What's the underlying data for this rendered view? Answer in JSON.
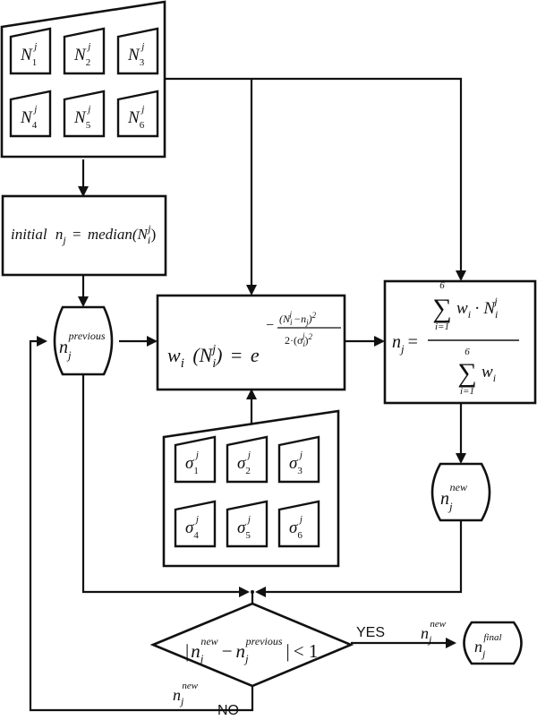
{
  "input_N": {
    "base": "N",
    "sup": "j",
    "subs": [
      "1",
      "2",
      "3",
      "4",
      "5",
      "6"
    ]
  },
  "input_sigma": {
    "base": "σ",
    "sup": "j",
    "subs": [
      "1",
      "2",
      "3",
      "4",
      "5",
      "6"
    ]
  },
  "initial_box": {
    "word": "initial",
    "n": "n",
    "n_sub": "j",
    "equals": "=",
    "func": "median(",
    "N": "N",
    "N_sub": "i",
    "N_sup": "j",
    "close": ")"
  },
  "previous_node": {
    "n": "n",
    "sub": "j",
    "sup": "previous"
  },
  "weight_box": {
    "lhs": "w",
    "lhs_sub": "i",
    "arg_open": "(N",
    "arg_sub": "i",
    "arg_sup": "j",
    "arg_close": ")",
    "equals": "=",
    "base": "e",
    "minus": "−",
    "num_open": "(N",
    "num_sub_i": "i",
    "num_sup_j": "j",
    "num_minus_n": "−n",
    "num_sub_j": "j",
    "num_close": ")",
    "num_pow": "2",
    "den_prefix": "2·(σ",
    "den_sub": "i",
    "den_sup": "j",
    "den_close": ")",
    "den_pow": "2"
  },
  "avg_box": {
    "lhs": "n",
    "lhs_sub": "j",
    "equals": "=",
    "sum_symbol": "∑",
    "sum_upper": "6",
    "sum_lower": "i=1",
    "num_w": "w",
    "num_w_sub": "i",
    "num_dot": "·",
    "num_N": "N",
    "num_N_sub": "i",
    "num_N_sup": "j",
    "den_w": "w",
    "den_w_sub": "i"
  },
  "new_node": {
    "n": "n",
    "sub": "j",
    "sup": "new"
  },
  "decision": {
    "bar": "|",
    "n1": "n",
    "n1_sub": "j",
    "n1_sup": "new",
    "minus": "−",
    "n2": "n",
    "n2_sub": "j",
    "n2_sup": "previous",
    "lt": "< 1"
  },
  "yes_label": "YES",
  "no_label": "NO",
  "yes_value": {
    "n": "n",
    "sub": "j",
    "sup": "new"
  },
  "no_value": {
    "n": "n",
    "sub": "j",
    "sup": "new"
  },
  "final_node": {
    "n": "n",
    "sub": "j",
    "sup": "final"
  }
}
